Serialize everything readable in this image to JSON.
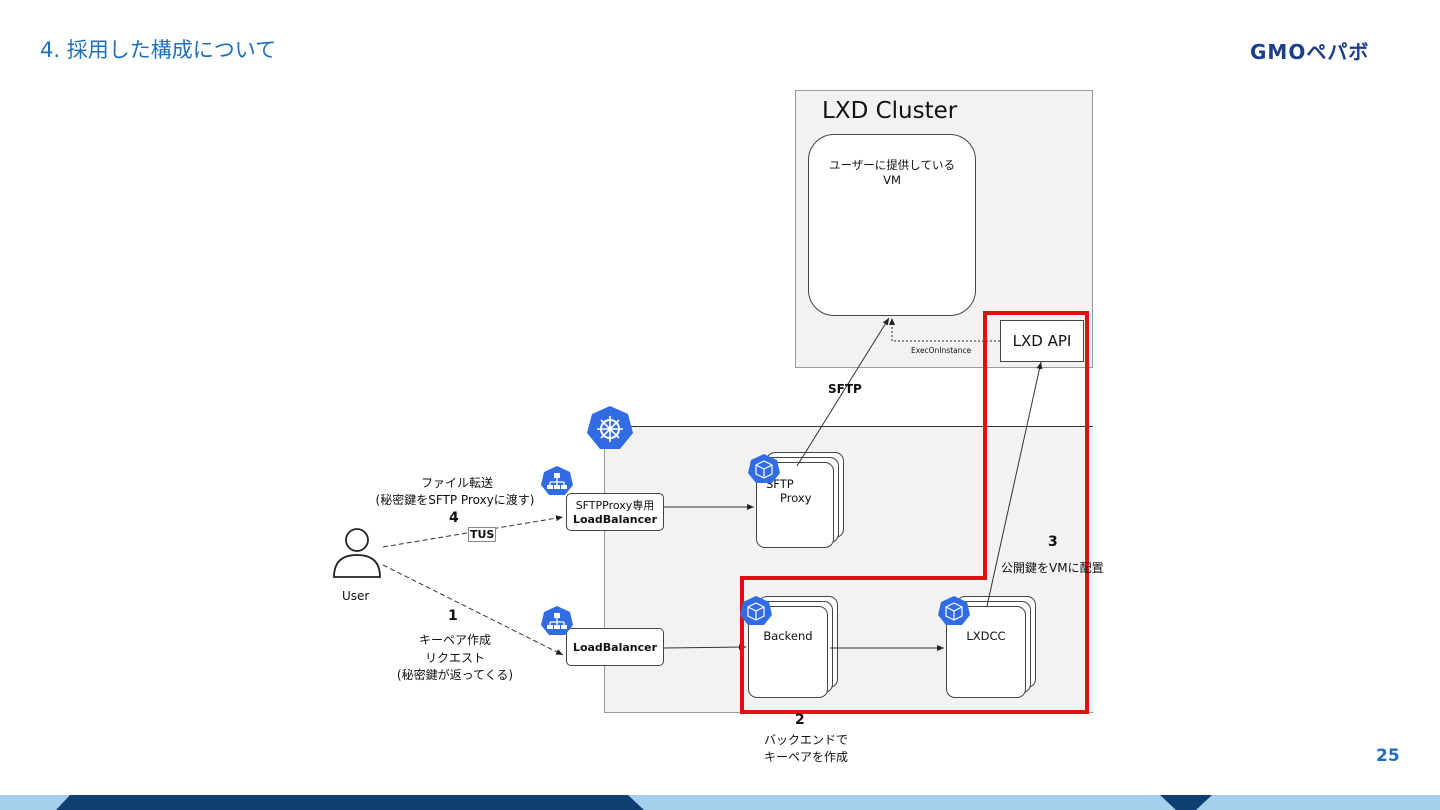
{
  "slide": {
    "title": "4. 採用した構成について",
    "brand": "GMOペパボ",
    "page_number": "25"
  },
  "colors": {
    "title": "#1f6fbf",
    "highlight": "#e01010",
    "footer_dark": "#0d3f73",
    "footer_light": "#a6cfee",
    "k8s_blue": "#326ce5"
  },
  "diagram": {
    "lxd_cluster": {
      "title": "LXD Cluster",
      "vm_label_line1": "ユーザーに提供している",
      "vm_label_line2": "VM",
      "lxd_api": "LXD API",
      "exec_label": "ExecOnInstance"
    },
    "sftp_label": "SFTP",
    "user_label": "User",
    "step1": {
      "number": "1",
      "line1": "キーペア作成",
      "line2": "リクエスト",
      "line3": "(秘密鍵が返ってくる)"
    },
    "step2": {
      "number": "2",
      "line1": "バックエンドで",
      "line2": "キーペアを作成"
    },
    "step3": {
      "number": "3",
      "line1": "公開鍵をVMに配置"
    },
    "step4": {
      "number": "4",
      "line1": "ファイル転送",
      "line2": "(秘密鍵をSFTP Proxyに渡す)",
      "tus": "TUS"
    },
    "lb_sftp": {
      "line1": "SFTPProxy専用",
      "line2": "LoadBalancer"
    },
    "lb_main": {
      "line1": "LoadBalancer"
    },
    "pods": {
      "sftp_proxy_line1": "SFTP",
      "sftp_proxy_line2": "Proxy",
      "backend": "Backend",
      "lxdcc": "LXDCC"
    }
  }
}
